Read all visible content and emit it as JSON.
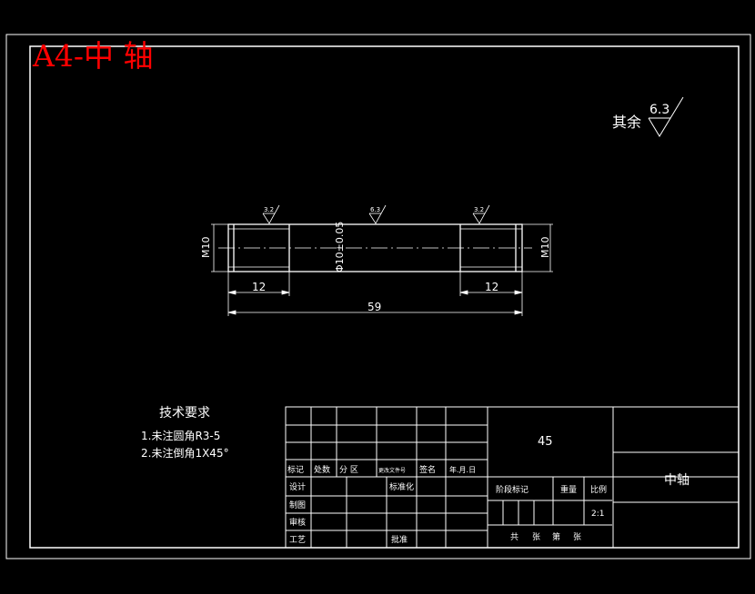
{
  "sheet_title": "A4-中 轴",
  "surface_finish_note": {
    "label": "其余",
    "value": "6.3"
  },
  "roughness_marks": [
    "3.2",
    "6.3",
    "3.2"
  ],
  "dimensions": {
    "thread_left": "M10",
    "thread_right": "M10",
    "center_diameter": "Φ10±0.05",
    "left_length": "12",
    "right_length": "12",
    "overall_length": "59"
  },
  "tech_requirements": {
    "heading": "技术要求",
    "items": [
      "1.未注圆角R3-5",
      "2.未注倒角1X45°"
    ]
  },
  "title_block": {
    "material": "45",
    "part_name": "中轴",
    "rev_labels": [
      "标记",
      "处数",
      "分 区",
      "更改文件号",
      "签名",
      "年.月.日"
    ],
    "row_labels": [
      "设计",
      "制图",
      "审核",
      "工艺"
    ],
    "standardize": "标准化",
    "approve": "批准",
    "stage_mark": "阶段标记",
    "weight": "重量",
    "scale_label": "比例",
    "scale_value": "2:1",
    "sheets": [
      "共",
      "张",
      "第",
      "张"
    ]
  },
  "colors": {
    "background": "#000000",
    "lines": "#ffffff",
    "title": "#ff0000"
  }
}
